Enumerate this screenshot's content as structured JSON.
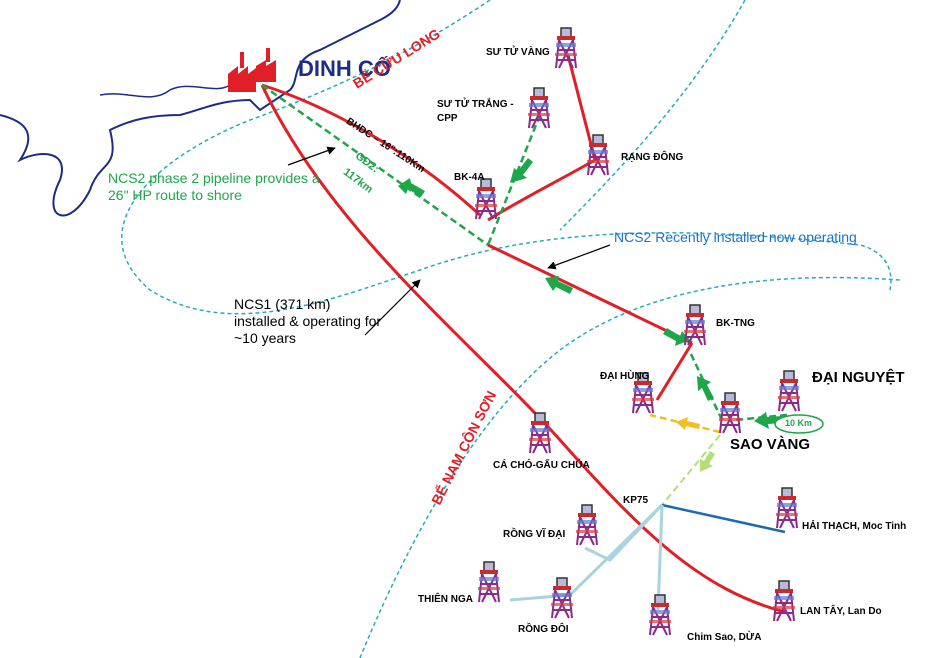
{
  "terminal": {
    "name": "DINH CỐ",
    "color": "#1d2d86"
  },
  "basins": {
    "cuu_long": "BỂ CỬU LONG",
    "nam_con_son": "BỂ NAM CÔN SƠN"
  },
  "platforms": {
    "su_tu_vang": "SƯ TỬ VÀNG",
    "su_tu_trang": "SƯ TỬ TRẮNG - CPP",
    "rang_dong": "RẠNG ĐÔNG",
    "bk4a": "BK-4A",
    "bktng": "BK-TNG",
    "dai_hung": "ĐẠI HÙNG",
    "dai_nguyet": "ĐẠI NGUYỆT",
    "sao_vang": "SAO VÀNG",
    "ca_cho": "CÁ CHÓ-GẤU CHÚA",
    "kp75": "KP75",
    "rong_vi_dai": "RỒNG VĨ ĐẠI",
    "hai_thach": "HẢI THẠCH, Moc Tinh",
    "thien_nga": "THIÊN NGA",
    "rong_doi": "RỒNG ĐÔI",
    "chim_sao": "Chim Sao, DỪA",
    "lan_tay": "LAN TÂY, Lan Do"
  },
  "pipelines": {
    "bhdc": "BHDC – 16\":110Km",
    "gd2": "GĐ2:",
    "gd2_len": "117km",
    "ten_km": "10 Km"
  },
  "notes": {
    "ncs2_phase2": "NCS2 phase 2 pipeline provides a 26\" HP route to shore",
    "ncs2_recent": "NCS2 Recently installed now operating",
    "ncs1": "NCS1 (371 km) installed & operating for ~10 years"
  },
  "colors": {
    "red_pipe": "#e01f26",
    "green_pipe": "#1fa64b",
    "yellow_pipe": "#f2c01e",
    "lightgreen_pipe": "#b5dd7a",
    "blue_pipe": "#1c6bb0",
    "lightblue_pipe": "#a8d3df",
    "basin_boundary": "#27a9c7",
    "coast": "#1d2d86"
  }
}
